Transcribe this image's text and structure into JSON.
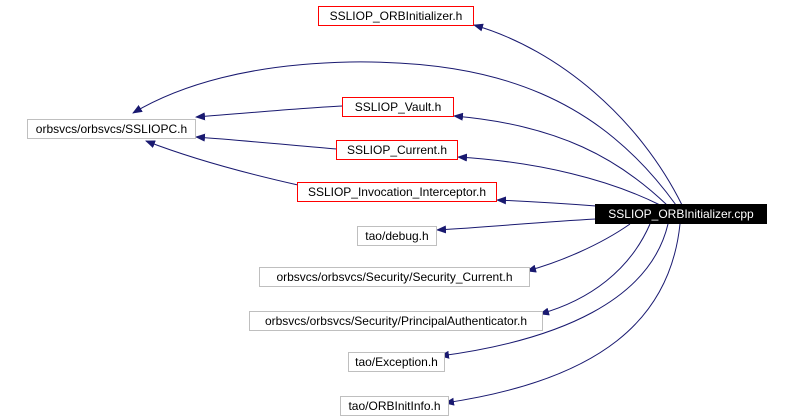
{
  "colors": {
    "edge": "#191970",
    "red_border": "#ff0000",
    "gray_border": "#bfbfbf",
    "root_background": "#000000",
    "root_text": "#ffffff"
  },
  "nodes": {
    "root": {
      "label": "SSLIOP_ORBInitializer.cpp"
    },
    "ssliop_orbinitializer_h": {
      "label": "SSLIOP_ORBInitializer.h"
    },
    "ssliopc_h": {
      "label": "orbsvcs/orbsvcs/SSLIOPC.h"
    },
    "ssliop_vault_h": {
      "label": "SSLIOP_Vault.h"
    },
    "ssliop_current_h": {
      "label": "SSLIOP_Current.h"
    },
    "ssliop_invocation_interceptor_h": {
      "label": "SSLIOP_Invocation_Interceptor.h"
    },
    "tao_debug_h": {
      "label": "tao/debug.h"
    },
    "security_current_h": {
      "label": "orbsvcs/orbsvcs/Security/Security_Current.h"
    },
    "principal_authenticator_h": {
      "label": "orbsvcs/orbsvcs/Security/PrincipalAuthenticator.h"
    },
    "tao_exception_h": {
      "label": "tao/Exception.h"
    },
    "tao_orbinitinfo_h": {
      "label": "tao/ORBInitInfo.h"
    }
  }
}
